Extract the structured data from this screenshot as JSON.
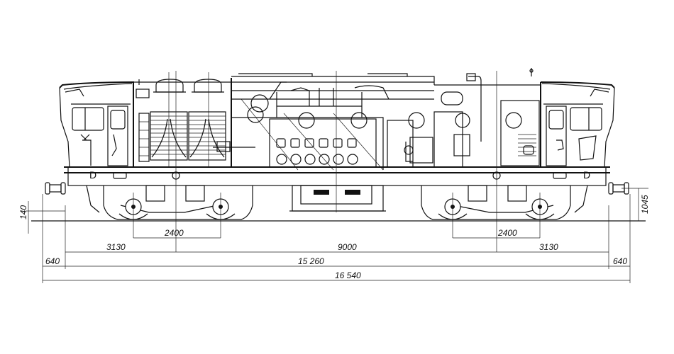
{
  "drawing": {
    "subject": "Diesel locomotive side elevation",
    "body_markings": {
      "left": "D",
      "right": "D"
    }
  },
  "dimensions": {
    "overall_length": "16 540",
    "buffer_to_buffer_inner": "15 260",
    "bogie_centers": "9000",
    "bogie_wheelbase_left": "2400",
    "bogie_wheelbase_right": "2400",
    "end_to_bogie_left": "3130",
    "end_to_bogie_right": "3130",
    "buffer_overhang_left": "640",
    "buffer_overhang_right": "640",
    "buffer_height": "1045",
    "rail_clearance": "140"
  }
}
